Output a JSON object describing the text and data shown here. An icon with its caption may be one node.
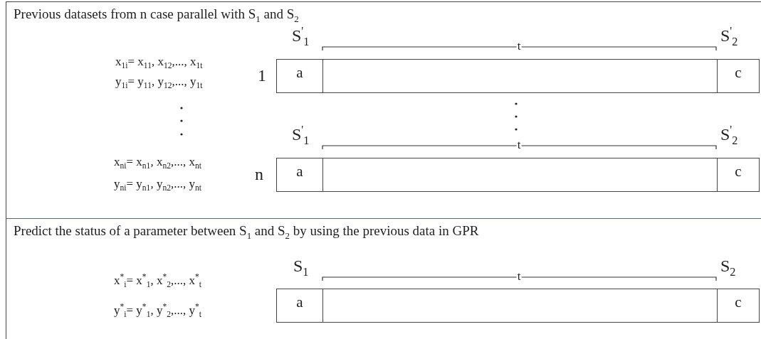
{
  "diagram": {
    "nodes": [
      {
        "text": [
          "Previous datasets from n case parallel with S$_{1}$ and S$_{2}$"
        ]
      },
      {
        "text": [
          "Predict the status of a parameter between S$_{1}$ and S$_{2}$ by using the previous data in GPR"
        ]
      },
      {
        "text": [
          "a"
        ],
        "in": 0
      },
      {
        "text": [],
        "shape": "box",
        "in": 0
      },
      {
        "text": [
          "c"
        ],
        "in": 0
      },
      {
        "text": [
          "a"
        ],
        "in": 0
      },
      {
        "text": [],
        "shape": "box",
        "in": 0
      },
      {
        "text": [
          "c"
        ],
        "in": 0
      },
      {
        "text": [
          "a"
        ],
        "in": 1
      },
      {
        "text": [],
        "shape": "box",
        "in": 1
      },
      {
        "text": [
          "c"
        ],
        "in": 1
      }
    ],
    "edges": [],
    "labels": [
      "S$^{'}$$_{1}$",
      "t",
      "S$^{'}$$_{2}$",
      "x$_{1i}$= x$_{11}$, x$_{12}$,..., x$_{1t}$",
      "1",
      "y$_{1i}$= y$_{11}$, y$_{12}$,..., y$_{1t}$",
      "S$^{'}$$_{1}$",
      "t",
      "S$^{'}$$_{2}$",
      "x$_{ni}$= x$_{n1}$, x$_{n2}$,..., x$_{nt}$",
      "n",
      "y$_{ni}$= y$_{n1}$, y$_{n2}$,..., y$_{nt}$",
      "S$_{1}$",
      "t",
      "S$_{2}$",
      "x$^{*}$$_{i}$= x$^{*}$$_{1}$, x$^{*}$$_{2}$,..., x$^{*}$$_{t}$",
      "y$^{*}$$_{i}$= y$^{*}$$_{1}$, y$^{*}$$_{2}$,..., y$^{*}$$_{t}$"
    ]
  }
}
